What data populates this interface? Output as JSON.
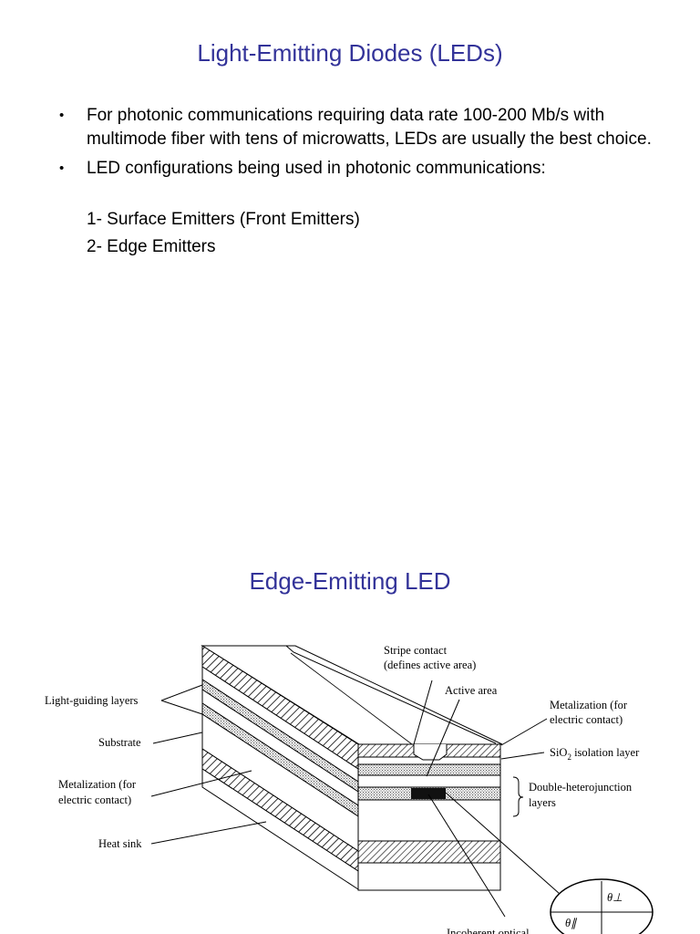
{
  "slide1": {
    "title": "Light-Emitting Diodes (LEDs)",
    "bullets": [
      "For photonic communications requiring data rate 100-200 Mb/s with multimode fiber with tens of microwatts, LEDs are usually the best choice.",
      "LED configurations being used in photonic communications:"
    ],
    "sub_items": [
      "1- Surface Emitters (Front Emitters)",
      "2- Edge Emitters"
    ]
  },
  "slide2": {
    "title": "Edge-Emitting LED",
    "figure_labels": {
      "light_guiding": "Light-guiding layers",
      "substrate": "Substrate",
      "metal_left_1": "Metalization (for",
      "metal_left_2": "electric contact)",
      "heat_sink": "Heat sink",
      "stripe_1": "Stripe contact",
      "stripe_2": "(defines active area)",
      "active_area": "Active area",
      "metal_right_1": "Metalization (for",
      "metal_right_2": "electric contact)",
      "sio2_a": "SiO",
      "sio2_sub": "2",
      "sio2_b": " isolation layer",
      "dh_1": "Double-heterojunction",
      "dh_2": "layers",
      "theta_perp": "θ⊥",
      "theta_par": "θ∥",
      "incoherent": "Incoherent optical"
    }
  }
}
